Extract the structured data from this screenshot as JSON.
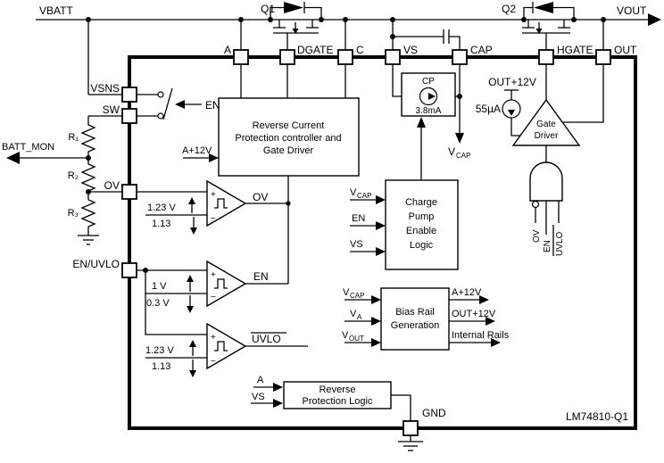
{
  "diagram": {
    "part_number": "LM74810-Q1",
    "top": {
      "vbatt": "VBATT",
      "vout": "VOUT",
      "q1": "Q1",
      "q2": "Q2"
    },
    "pins": {
      "a": "A",
      "dgate": "DGATE",
      "c": "C",
      "vs": "VS",
      "cap": "CAP",
      "hgate": "HGATE",
      "out": "OUT",
      "vsns": "VSNS",
      "sw": "SW",
      "ov": "OV",
      "en_uvlo": "EN/UVLO",
      "gnd": "GND"
    },
    "left": {
      "batt_mon": "BATT_MON",
      "en_switch": "EN",
      "r1": "R₁",
      "r2": "R₂",
      "r3": "R₃"
    },
    "rcp_block": {
      "l1": "Reverse Current",
      "l2": "Protection controller and",
      "l3": "Gate Driver",
      "supply": "A+12V"
    },
    "cp_block": {
      "name": "CP",
      "current": "3.8mA"
    },
    "vcap_arrow": {
      "v": "V",
      "sub": "CAP"
    },
    "cpel_block": {
      "l1": "Charge",
      "l2": "Pump",
      "l3": "Enable",
      "l4": "Logic",
      "in1_v": "V",
      "in1_sub": "CAP",
      "in2": "EN",
      "in3": "VS"
    },
    "brg_block": {
      "l1": "Bias Rail",
      "l2": "Generation",
      "in1_v": "V",
      "in1_sub": "CAP",
      "in2_v": "V",
      "in2_sub": "A",
      "in3_v": "V",
      "in3_sub": "OUT",
      "out1": "A+12V",
      "out2": "OUT+12V",
      "out3": "Internal Rails"
    },
    "comparators": {
      "ov": {
        "rise": "1.23 V",
        "fall": "1.13",
        "plus": "+",
        "minus": "−",
        "out": "OV"
      },
      "en": {
        "rise": "1 V",
        "fall": "0.3 V",
        "plus": "+",
        "minus": "−",
        "out": "EN"
      },
      "uvlo": {
        "rise": "1.23 V",
        "fall": "1.13",
        "plus": "+",
        "minus": "−",
        "out": "UVLO"
      }
    },
    "gate_driver": {
      "l1": "Gate",
      "l2": "Driver",
      "supply": "OUT+12V",
      "current": "55µA",
      "and_in1": "OV",
      "and_in2": "EN",
      "and_in3": "UVLO"
    },
    "rpl_block": {
      "l1": "Reverse",
      "l2": "Protection Logic",
      "in1": "A",
      "in2": "VS"
    },
    "colors": {
      "line": "#000000",
      "background": "#ffffff"
    }
  }
}
